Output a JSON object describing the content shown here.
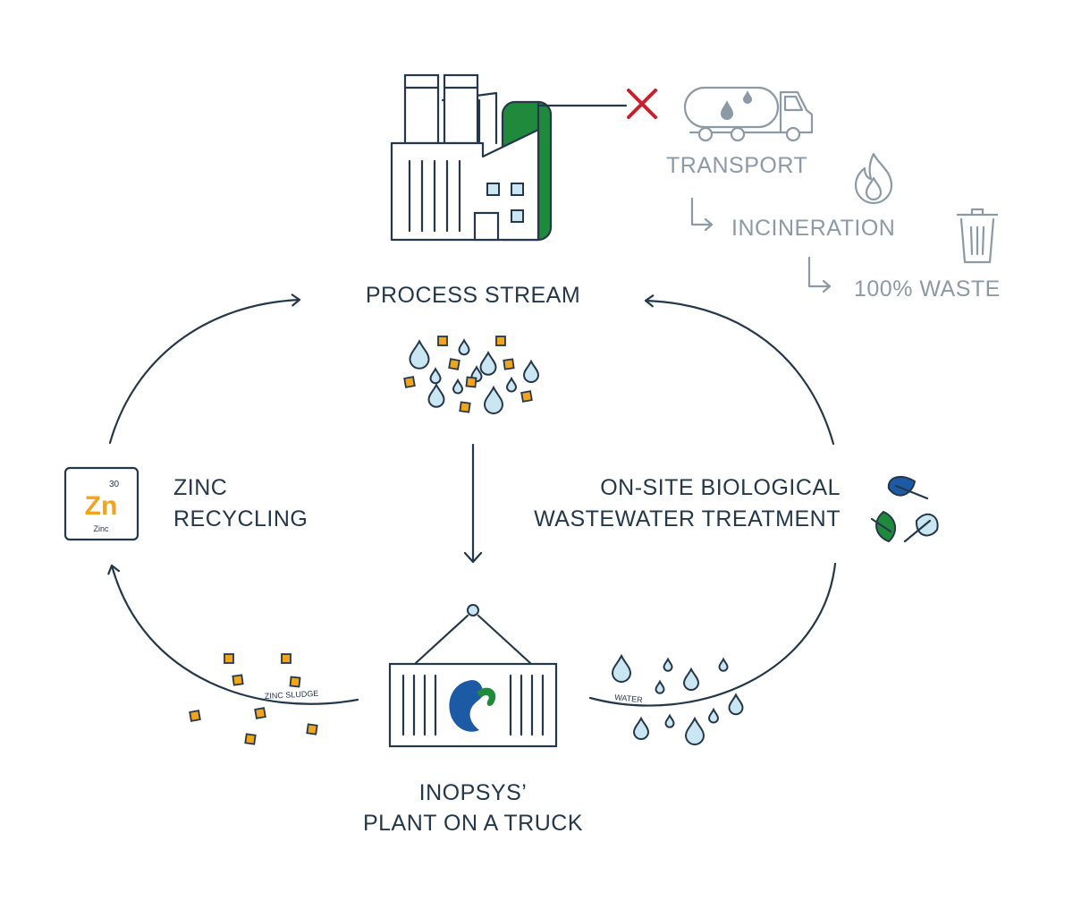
{
  "labels": {
    "process_stream": "PROCESS STREAM",
    "transport": "TRANSPORT",
    "incineration": "INCINERATION",
    "waste": "100% WASTE",
    "zinc_recycling_1": "ZINC",
    "zinc_recycling_2": "RECYCLING",
    "treatment_1": "ON-SITE BIOLOGICAL",
    "treatment_2": "WASTEWATER TREATMENT",
    "plant_1": "INOPSYS’",
    "plant_2": "PLANT ON A TRUCK",
    "zinc_sludge": "ZINC SLUDGE",
    "water": "WATER"
  },
  "element": {
    "number": "30",
    "symbol": "Zn",
    "name": "Zinc"
  },
  "colors": {
    "dark": "#24384a",
    "grey": "#8c9aa5",
    "drop": "#c9e6f2",
    "zinc": "#f2a41c",
    "green": "#1f8a3c",
    "blue": "#1c5aa6",
    "red": "#c8202d"
  },
  "icons": [
    "factory-icon",
    "truck-icon",
    "flame-icon",
    "trash-icon",
    "leaf-icon",
    "container-icon",
    "logo-icon"
  ]
}
